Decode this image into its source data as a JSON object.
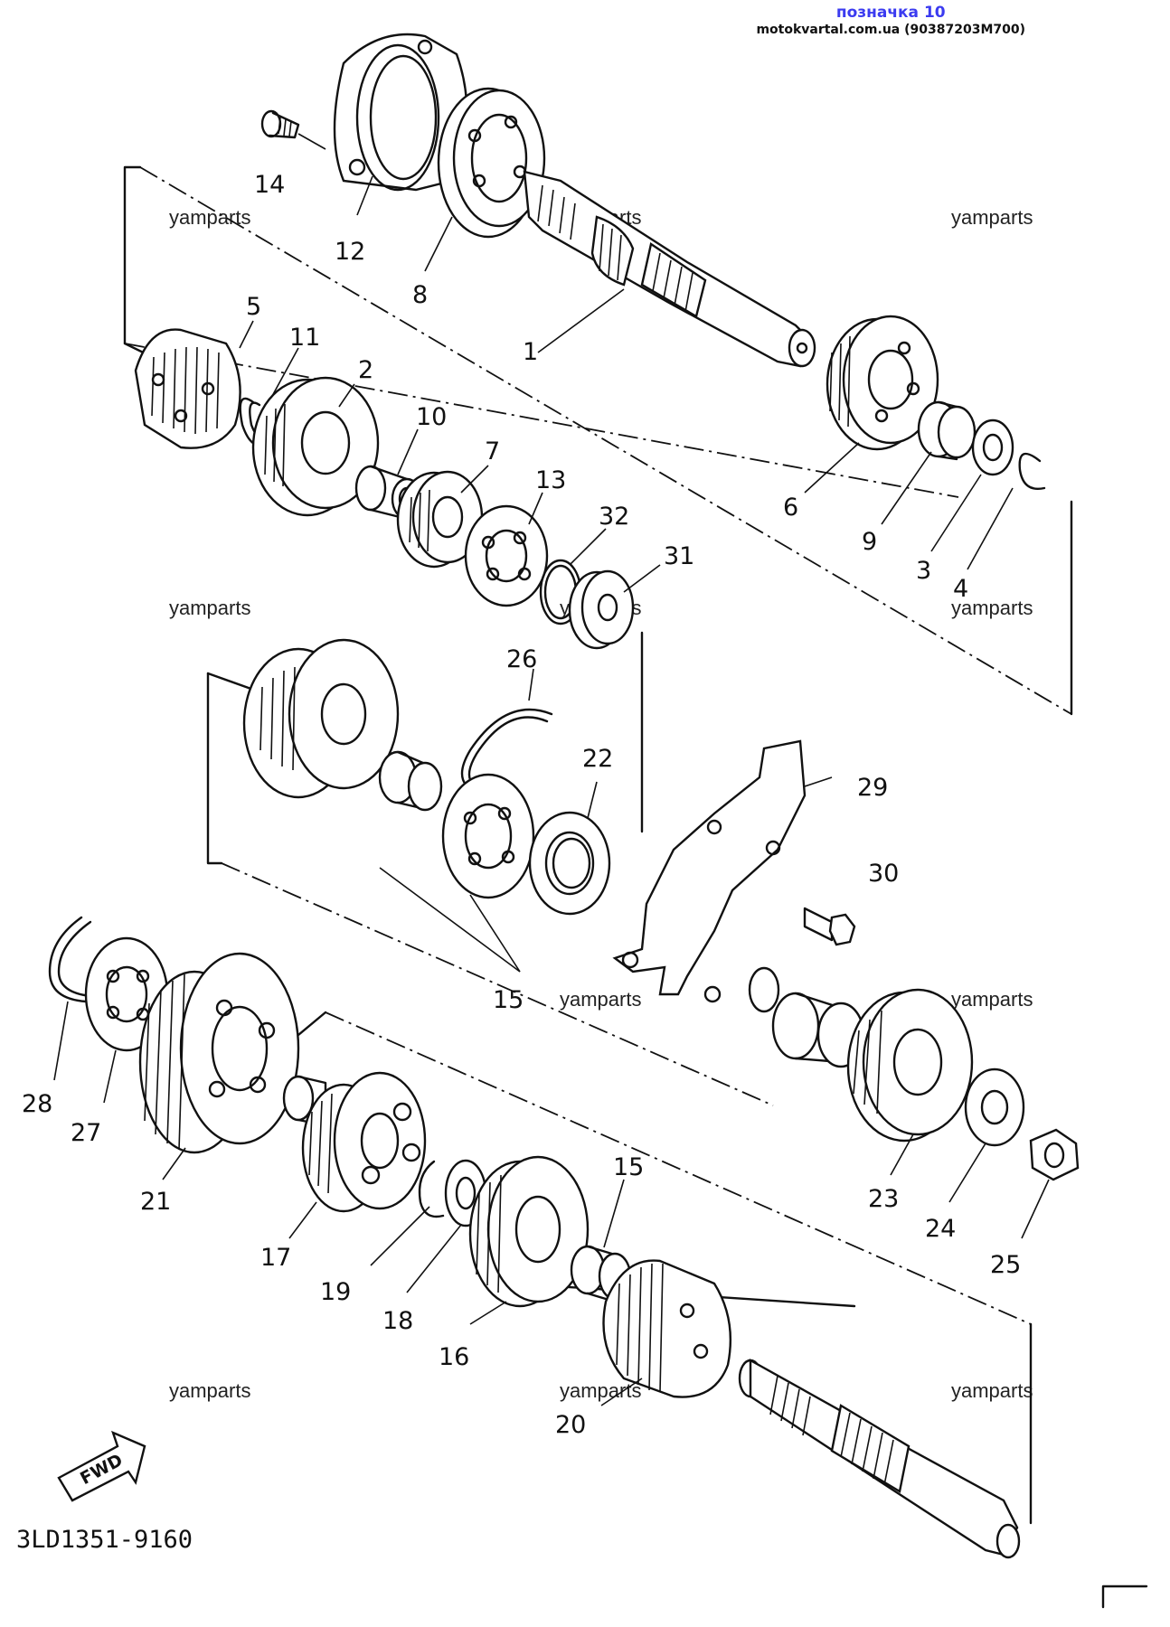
{
  "header": {
    "badge": "позначка 10",
    "source": "motokvartal.com.ua (90387203M700)"
  },
  "watermark": "yamparts",
  "diagram_code": "3LD1351-9160",
  "fwd_label": "FWD",
  "callouts": [
    "1",
    "2",
    "3",
    "4",
    "5",
    "6",
    "7",
    "8",
    "9",
    "10",
    "11",
    "12",
    "13",
    "14",
    "15",
    "15",
    "16",
    "17",
    "18",
    "19",
    "20",
    "21",
    "22",
    "23",
    "24",
    "25",
    "26",
    "27",
    "28",
    "29",
    "30",
    "31",
    "32"
  ]
}
